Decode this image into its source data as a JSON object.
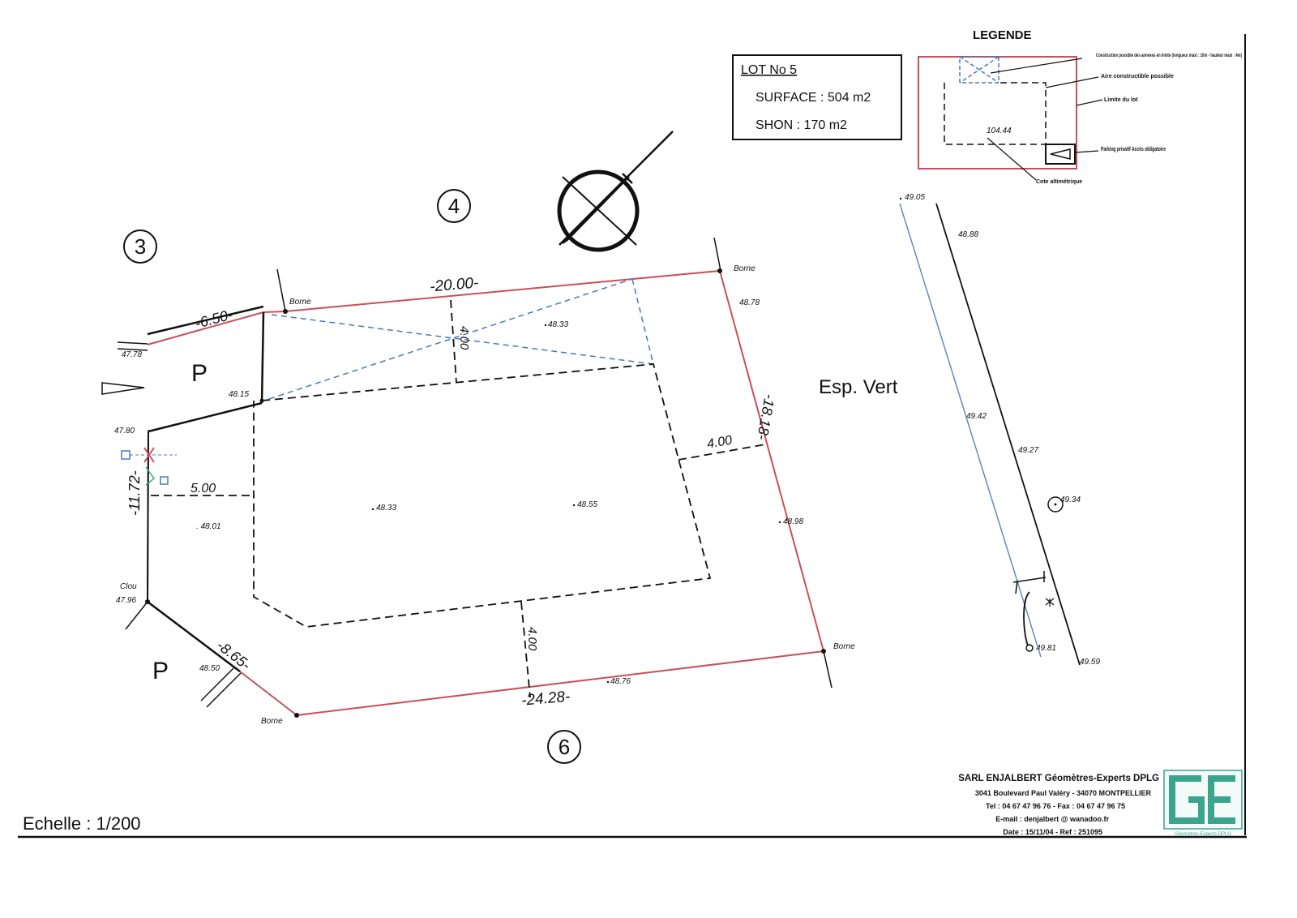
{
  "legend": {
    "title": "LEGENDE",
    "items": [
      "Construction possible des annexes en limite (longueur maxi : 10m - hauteur maxi : 4m)",
      "Aire constructible possible",
      "Limite du lot",
      "Parking privatif Accès obligatoire",
      "Cote altimétrique"
    ],
    "sample_elevation": "104.44"
  },
  "lot_info": {
    "lot_label": "LOT No 5",
    "surface": "SURFACE : 504 m2",
    "shon": "SHON : 170 m2"
  },
  "neighbors": [
    "3",
    "4",
    "6"
  ],
  "parking": [
    "P",
    "P"
  ],
  "area_label": "Esp. Vert",
  "dimensions": {
    "north": "-20.00-",
    "west_top": "-6.50-",
    "west": "-11.72-",
    "southwest": "-8.65-",
    "south": "-24.28-",
    "east": "-18.18-",
    "setback_north": "4.00",
    "setback_west": "5.00",
    "setback_east": "4.00",
    "setback_south": "4.00"
  },
  "markers": {
    "borne_nw": "Borne",
    "borne_ne": "Borne",
    "borne_se": "Borne",
    "borne_sw": "Borne",
    "clou": "Clou"
  },
  "elevations": {
    "e_4778": "47.78",
    "e_4815": "48.15",
    "e_4780": "47.80",
    "e_4801": "48.01",
    "e_4796": "47.96",
    "e_4850": "48.50",
    "e_4833_top": "48.33",
    "e_4833_mid": "48.33",
    "e_4855": "48.55",
    "e_4878": "48.78",
    "e_4898": "48.98",
    "e_4876": "48.76",
    "e_4905": "49.05",
    "e_4888": "48.88",
    "e_4942": "49.42",
    "e_4927": "49.27",
    "e_4934": "49.34",
    "e_4981": "49.81",
    "e_4959": "49.59"
  },
  "footer": {
    "scale": "Echelle : 1/200",
    "company": "SARL ENJALBERT Géomètres-Experts DPLG",
    "address": "3041 Boulevard Paul Valéry - 34070 MONTPELLIER",
    "phone": "Tel : 04 67 47 96 76 - Fax : 04 67 47 96 75",
    "email": "E-mail : denjalbert @ wanadoo.fr",
    "date_ref": "Date : 15/11/04 - Ref : 251095",
    "logo_caption": "Géomètres-Experts DPLG"
  },
  "colors": {
    "lot_limit": "#c8505a",
    "diagonal": "#4a78b8",
    "ink": "#111111",
    "road_blue": "#6688bb",
    "logo_green": "#3aa58c"
  }
}
